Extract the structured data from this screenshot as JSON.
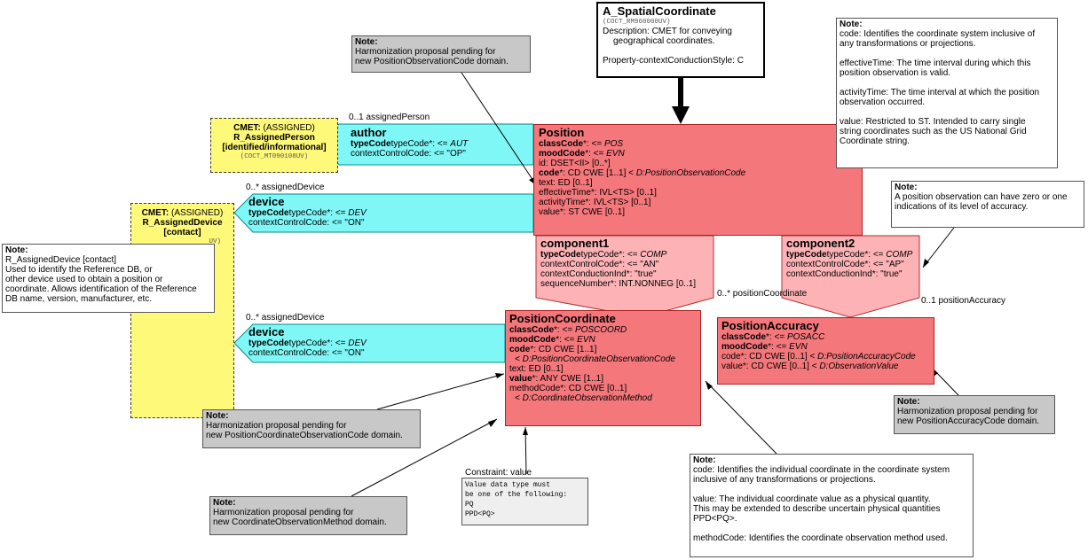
{
  "spatial_coordinate": {
    "title": "A_SpatialCoordinate",
    "id": "(COCT_RM960000UV)",
    "description_l1": "Description: CMET for conveying",
    "description_l2": "geographical coordinates.",
    "property": "Property-contextConductionStyle: C"
  },
  "position": {
    "title": "Position",
    "rows": [
      {
        "attr": "classCode",
        "rest": "*: <= ",
        "val": "POS"
      },
      {
        "attr": "moodCode",
        "rest": "*: <= ",
        "val": "EVN"
      },
      {
        "attr": "",
        "rest": "id: DSET<II> [0..*]",
        "val": ""
      },
      {
        "attr": "code",
        "rest": "*: CD CWE [1..1] < ",
        "val": "D:PositionObservationCode"
      },
      {
        "attr": "",
        "rest": "text: ED [0..1]",
        "val": ""
      },
      {
        "attr": "",
        "rest": "effectiveTime*: IVL<TS> [0..1]",
        "val": ""
      },
      {
        "attr": "",
        "rest": "activityTime*: IVL<TS> [0..1]",
        "val": ""
      },
      {
        "attr": "",
        "rest": "value*: ST CWE [0..1]",
        "val": ""
      }
    ]
  },
  "author": {
    "title": "author",
    "type_code": "typeCode*: <= ",
    "type_val": "AUT",
    "context": "contextControlCode: <= \"OP\"",
    "cardinality": "0..1 assignedPerson"
  },
  "device1": {
    "title": "device",
    "type_code": "typeCode*: <= ",
    "type_val": "DEV",
    "context": "contextControlCode: <= \"ON\"",
    "cardinality": "0..* assignedDevice"
  },
  "device2": {
    "title": "device",
    "type_code": "typeCode*: <= ",
    "type_val": "DEV",
    "context": "contextControlCode: <= \"ON\"",
    "cardinality": "0..* assignedDevice"
  },
  "cmet_person": {
    "l1": "CMET:",
    "l1b": " (ASSIGNED)",
    "l2": "R_AssignedPerson",
    "l3": "[identified/informational]",
    "id": "(COCT_MT090108UV)"
  },
  "cmet_device": {
    "l1": "CMET:",
    "l1b": " (ASSIGNED)",
    "l2": "R_AssignedDevice",
    "l3": "[contact]",
    "id_frag": "UV)"
  },
  "component1": {
    "title": "component1",
    "type_code": "typeCode*: <= ",
    "type_val": "COMP",
    "l2": "contextControlCode*: <= \"AN\"",
    "l3": "contextConductionInd*: \"true\"",
    "l4": "sequenceNumber*: INT.NONNEG [0..1]",
    "cardinality": "0..* positionCoordinate"
  },
  "component2": {
    "title": "component2",
    "type_code": "typeCode*: <= ",
    "type_val": "COMP",
    "l2": "contextControlCode*: <= \"AP\"",
    "l3": "contextConductionInd*: \"true\"",
    "cardinality": "0..1 positionAccuracy"
  },
  "position_coordinate": {
    "title": "PositionCoordinate",
    "r1a": "classCode",
    "r1b": "*: <= ",
    "r1c": "POSCOORD",
    "r2a": "moodCode",
    "r2b": "*: <= ",
    "r2c": "EVN",
    "r3a": "code",
    "r3b": "*: CD CWE [1..1]",
    "r4": "< D:PositionCoordinateObservationCode",
    "r5": "text: ED [0..1]",
    "r6a": "value",
    "r6b": "*: ANY CWE [1..1]",
    "r7": "methodCode*: CD CWE [0..1]",
    "r8": "< D:CoordinateObservationMethod"
  },
  "position_accuracy": {
    "title": "PositionAccuracy",
    "r1a": "classCode",
    "r1b": "*: <= ",
    "r1c": "POSACC",
    "r2a": "moodCode",
    "r2b": "*: <= ",
    "r2c": "EVN",
    "r3a": "code*: CD CWE [0..1] < ",
    "r3b": "D:PositionAccuracyCode",
    "r4a": "value*: CD CWE [0..1] < ",
    "r4b": "D:ObservationValue"
  },
  "notes": {
    "heading": "Note:",
    "harm_pos_obs": [
      "Harmonization proposal pending for",
      "new PositionObservationCode domain."
    ],
    "harm_coord_obs": [
      "Harmonization proposal pending for",
      "new PositionCoordinateObservationCode domain."
    ],
    "harm_method": [
      "Harmonization proposal pending for",
      "new CoordinateObservationMethod domain."
    ],
    "harm_accuracy": [
      "Harmonization proposal pending for",
      "new PositionAccuracyCode domain."
    ],
    "position_note": [
      "code: Identifies the coordinate system inclusive of",
      "any transformations or projections.",
      "",
      "effectiveTime: The time interval during which this",
      "position observation is valid.",
      "",
      "activityTime: The time interval at which the position",
      "observation occurred.",
      "",
      "value:  Restricted to ST.  Intended to carry single",
      "string coordinates such as the US National Grid",
      "Coordinate string."
    ],
    "accuracy_note": [
      "A position observation can have zero or one",
      "indications of its level of accuracy."
    ],
    "device_note": [
      "R_AssignedDevice [contact]",
      "Used to  identify the Reference DB, or",
      "other device used to obtain a position or",
      "coordinate.  Allows identification of the Reference",
      "DB name, version, manufacturer, etc."
    ],
    "coordinate_note": [
      "code: Identifies the individual coordinate in the coordinate system",
      "inclusive of any transformations or projections.",
      "",
      "value:  The individual coordinate value as a physical quantity.",
      "This may be extended to describe uncertain physical quantities",
      "PPD<PQ>.",
      "",
      "methodCode: Identifies the coordinate observation method used."
    ]
  },
  "constraint": {
    "label": "Constraint: value",
    "lines": [
      "Value data type must",
      "be one of the following:",
      "PQ",
      "PPD<PQ>"
    ]
  },
  "colors": {
    "act": "#f4777b",
    "participation": "#7ff7f7",
    "act_relationship": "#fdb3b6",
    "cmet": "#fff97a",
    "note_grey": "#c8c8c8"
  }
}
